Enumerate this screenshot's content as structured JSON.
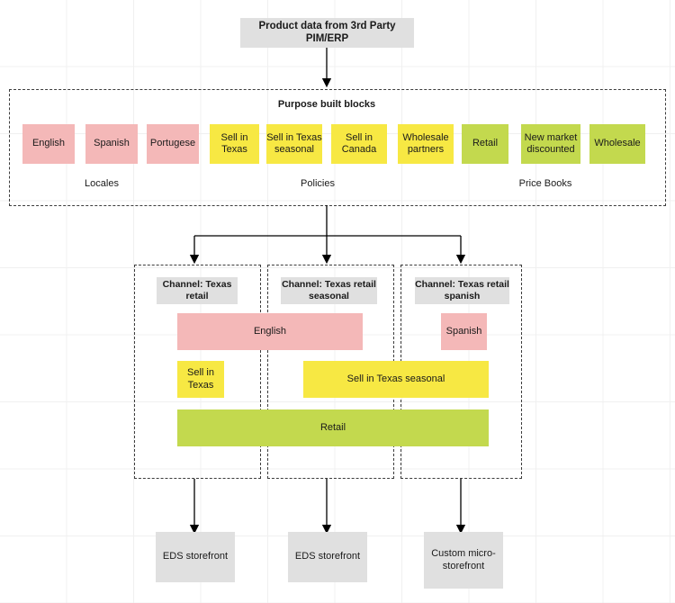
{
  "source": {
    "label": "Product data from 3rd Party PIM/ERP"
  },
  "purpose_section": {
    "title": "Purpose built blocks",
    "group_labels": [
      "Locales",
      "Policies",
      "Price Books"
    ],
    "blocks": [
      {
        "label": "English",
        "color": "#f4b8b8",
        "group": "Locales"
      },
      {
        "label": "Spanish",
        "color": "#f4b8b8",
        "group": "Locales"
      },
      {
        "label": "Portugese",
        "color": "#f4b8b8",
        "group": "Locales"
      },
      {
        "label": "Sell in Texas",
        "color": "#f7e843",
        "group": "Policies"
      },
      {
        "label": "Sell in Texas seasonal",
        "color": "#f7e843",
        "group": "Policies"
      },
      {
        "label": "Sell in Canada",
        "color": "#f7e843",
        "group": "Policies"
      },
      {
        "label": "Wholesale partners",
        "color": "#f7e843",
        "group": "Policies"
      },
      {
        "label": "Retail",
        "color": "#c3d94e",
        "group": "Price Books"
      },
      {
        "label": "New market discounted",
        "color": "#c3d94e",
        "group": "Price Books"
      },
      {
        "label": "Wholesale",
        "color": "#c3d94e",
        "group": "Price Books"
      }
    ]
  },
  "channels": [
    {
      "title": "Channel: Texas retail"
    },
    {
      "title": "Channel: Texas retail seasonal"
    },
    {
      "title": "Channel: Texas retail spanish"
    }
  ],
  "channel_blocks": [
    {
      "label": "English",
      "color": "#f4b8b8"
    },
    {
      "label": "Spanish",
      "color": "#f4b8b8"
    },
    {
      "label": "Sell in Texas",
      "color": "#f7e843"
    },
    {
      "label": "Sell in Texas seasonal",
      "color": "#f7e843"
    },
    {
      "label": "Retail",
      "color": "#c3d94e"
    }
  ],
  "outputs": [
    {
      "label": "EDS storefront"
    },
    {
      "label": "EDS storefront"
    },
    {
      "label": "Custom micro-storefront"
    }
  ],
  "colors": {
    "locale": "#f4b8b8",
    "policy": "#f7e843",
    "pricebook": "#c3d94e",
    "neutral": "#e0e0e0",
    "stroke": "#3c3c3c",
    "grid": "#f0f0f0"
  }
}
